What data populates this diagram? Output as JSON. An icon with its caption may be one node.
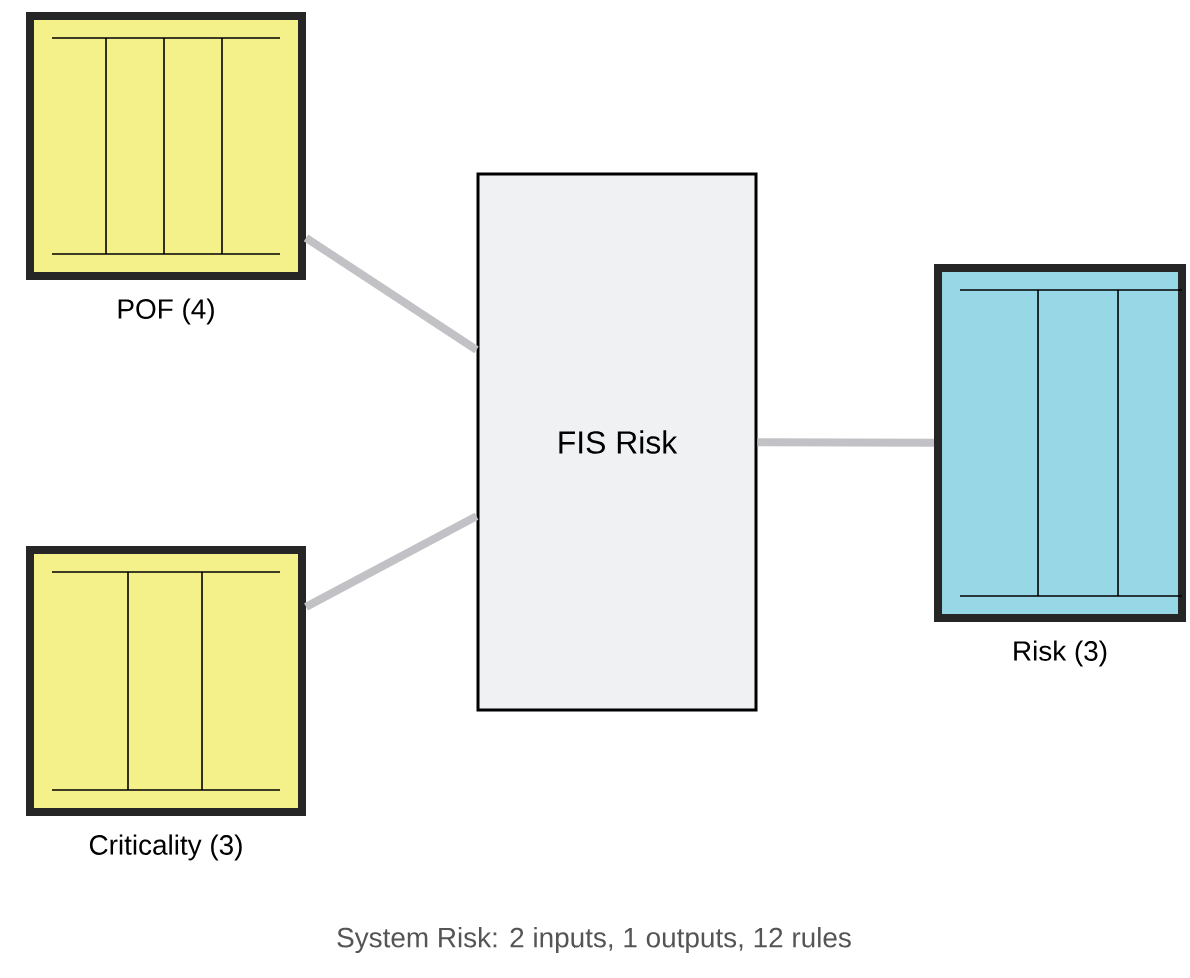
{
  "diagram": {
    "caption": "System Risk: 2 inputs, 1 outputs, 12 rules",
    "nodes": [
      {
        "text": [
          "POF (4)"
        ]
      },
      {
        "text": [
          "Criticality (3)"
        ]
      },
      {
        "text": [
          "FIS Risk"
        ]
      },
      {
        "text": [
          "Risk (3)"
        ]
      }
    ],
    "edges": [
      {
        "from": 0,
        "to": 2,
        "arrow": "none"
      },
      {
        "from": 1,
        "to": 2,
        "arrow": "none"
      },
      {
        "from": 2,
        "to": 3,
        "arrow": "none"
      }
    ]
  }
}
